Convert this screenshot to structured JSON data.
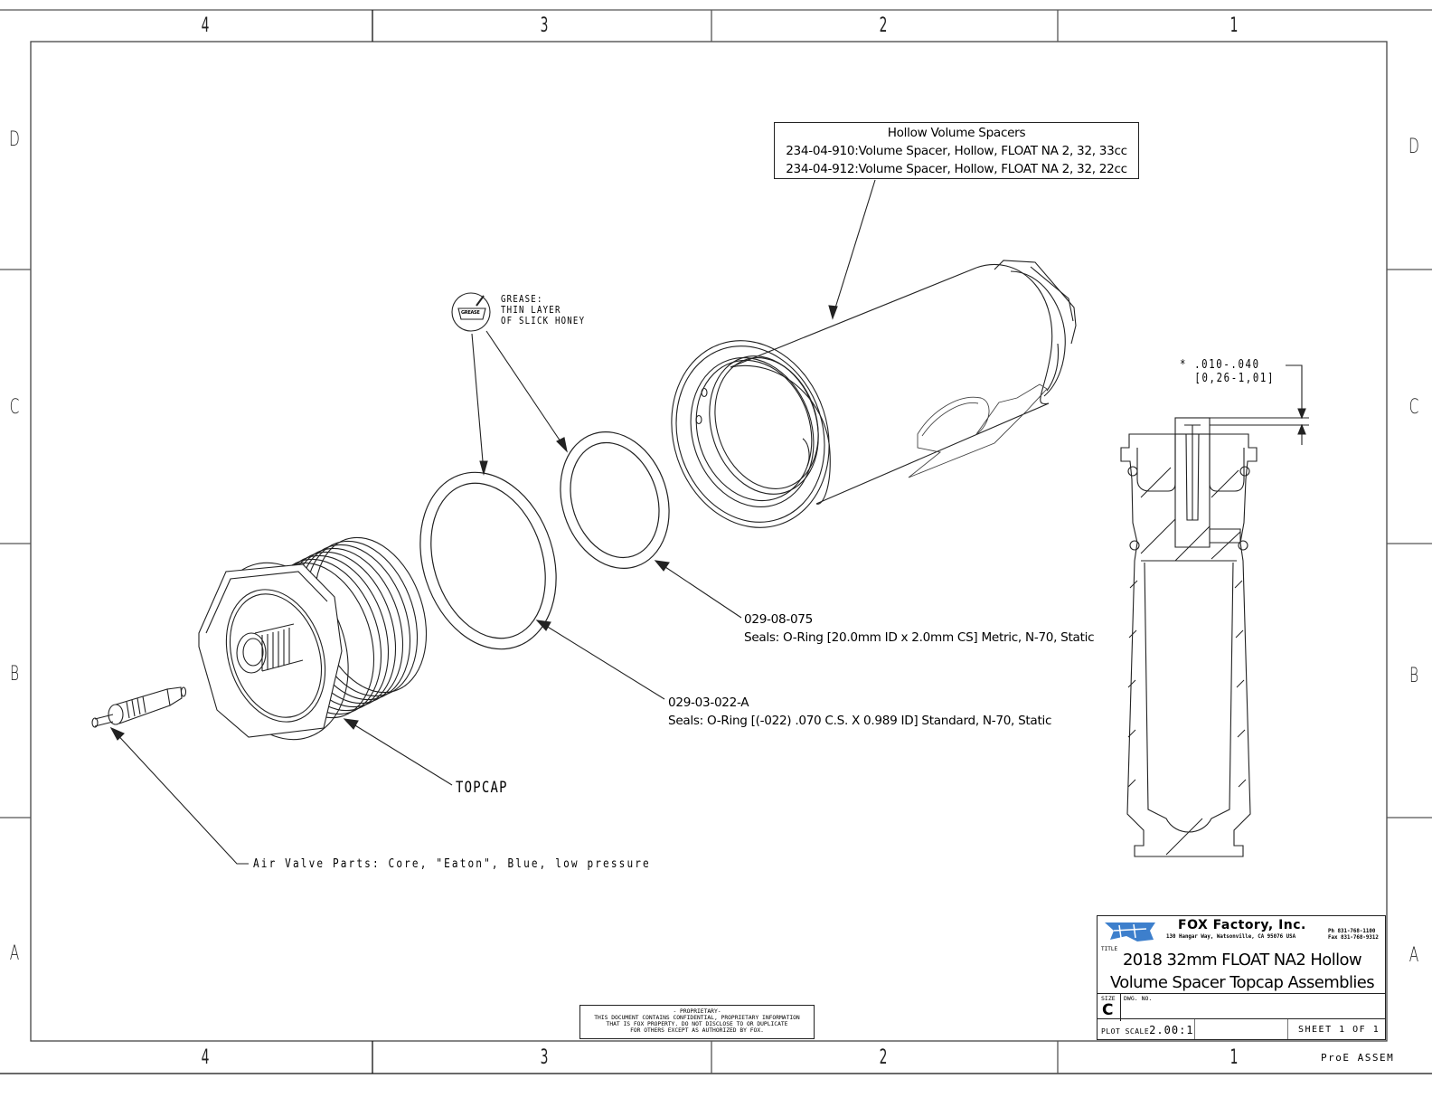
{
  "border": {
    "columns_top": [
      "4",
      "3",
      "2",
      "1"
    ],
    "columns_bottom": [
      "4",
      "3",
      "2",
      "1"
    ],
    "rows_left": [
      "D",
      "C",
      "B",
      "A"
    ],
    "rows_right": [
      "D",
      "C",
      "B",
      "A"
    ]
  },
  "callouts": {
    "spacers": {
      "heading": "Hollow Volume Spacers",
      "lines": [
        "234-04-910:Volume Spacer, Hollow, FLOAT NA 2, 32, 33cc",
        "234-04-912:Volume Spacer, Hollow, FLOAT NA 2, 32, 22cc"
      ]
    },
    "grease": {
      "badge": "GREASE",
      "lines": [
        "GREASE:",
        "THIN LAYER",
        "OF SLICK HONEY"
      ]
    },
    "oring_small": {
      "part_no": "029-08-075",
      "description": "Seals: O-Ring [20.0mm ID x 2.0mm CS] Metric, N-70, Static"
    },
    "oring_large": {
      "part_no": "029-03-022-A",
      "description": "Seals: O-Ring [(-022) .070 C.S. X 0.989 ID] Standard, N-70, Static"
    },
    "topcap": "TOPCAP",
    "air_valve": "Air Valve Parts: Core, \"Eaton\",  Blue, low pressure",
    "dimension": {
      "imperial": "* .010-.040",
      "metric": "[0,26-1,01]"
    }
  },
  "proprietary": {
    "lines": [
      "- PROPRIETARY-",
      "THIS DOCUMENT CONTAINS CONFIDENTIAL, PROPRIETARY INFORMATION",
      "THAT IS FOX PROPERTY.  DO NOT DISCLOSE TO OR DUPLICATE",
      "FOR OTHERS EXCEPT AS AUTHORIZED BY FOX."
    ]
  },
  "title_block": {
    "logo_text": "FOX",
    "company": "FOX  Factory,  Inc.",
    "address": "130 Hangar Way, Watsonville, CA 95076 USA",
    "phone": "Ph 831-768-1100",
    "fax": "Fax 831-768-9312",
    "title_label": "TITLE",
    "title_line1": "2018 32mm FLOAT NA2 Hollow",
    "title_line2": "Volume Spacer Topcap Assemblies",
    "size_label": "SIZE",
    "size": "C",
    "dwg_no_label": "DWG. NO.",
    "plot_scale_label": "PLOT SCALE",
    "plot_scale": "2.00:1",
    "sheet": "SHEET  1  OF  1"
  },
  "footer_tag": "ProE ASSEM",
  "colors": {
    "line": "#222222",
    "frame": "#666666",
    "logo_blue": "#3d7fcc"
  }
}
